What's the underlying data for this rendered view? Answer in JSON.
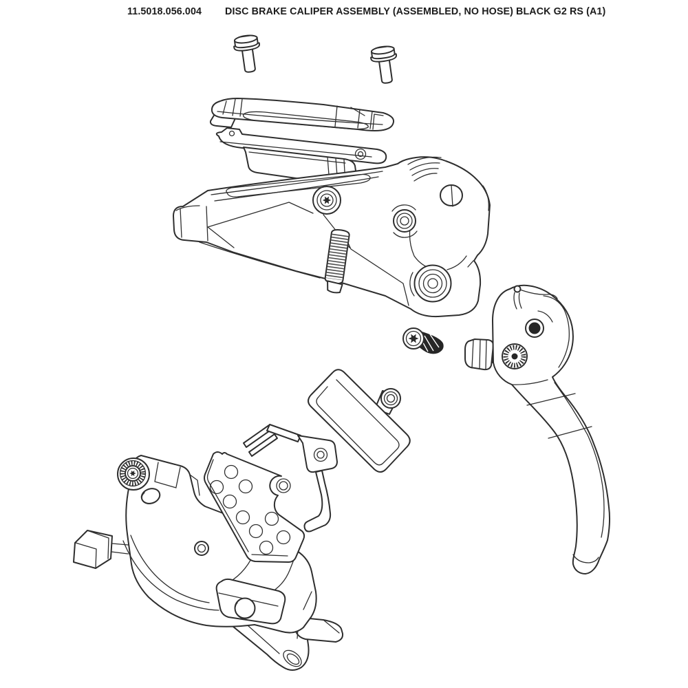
{
  "header": {
    "part_number": "11.5018.056.004",
    "title": "DISC BRAKE CALIPER ASSEMBLY (ASSEMBLED, NO HOSE) BLACK G2 RS (A1)"
  },
  "diagram": {
    "type": "exploded-technical-line-drawing",
    "background_color": "#ffffff",
    "line_color": "#2e2e2e",
    "dark_fill_color": "#262626",
    "parts": [
      {
        "id": "reservoir-cover-bolt-left",
        "label": "reservoir cover bolt (left)"
      },
      {
        "id": "reservoir-cover-bolt-right",
        "label": "reservoir cover bolt (right)"
      },
      {
        "id": "reservoir-cover",
        "label": "reservoir cover lid"
      },
      {
        "id": "reservoir-bladder",
        "label": "reservoir bladder tray"
      },
      {
        "id": "lever-body",
        "label": "master cylinder lever body"
      },
      {
        "id": "reach-adjust-barrel",
        "label": "knurled reach adjuster barrel"
      },
      {
        "id": "bar-clamp-eye",
        "label": "handlebar clamp eye"
      },
      {
        "id": "lever-pivot-boss",
        "label": "lever pivot boss"
      },
      {
        "id": "set-screw",
        "label": "torx set screw"
      },
      {
        "id": "lever-blade",
        "label": "brake lever blade"
      },
      {
        "id": "contact-adjust-knob",
        "label": "contact adjust knob"
      },
      {
        "id": "contact-adjust-dial",
        "label": "serrated adjuster dial"
      },
      {
        "id": "brake-pad",
        "label": "brake pad with tab eyelet"
      },
      {
        "id": "pad-spring-clip",
        "label": "pad spring retainer clip"
      },
      {
        "id": "pad-spring-plate",
        "label": "perforated pad spring plate"
      },
      {
        "id": "caliper-body",
        "label": "disc brake caliper body"
      },
      {
        "id": "bleed-screw",
        "label": "knurled bleed screw"
      },
      {
        "id": "caliper-mount-hole",
        "label": "caliper mounting hole"
      },
      {
        "id": "hose-port-funnel",
        "label": "hose port funnel"
      },
      {
        "id": "caliper-mount-tab",
        "label": "caliper mounting tab"
      }
    ]
  }
}
